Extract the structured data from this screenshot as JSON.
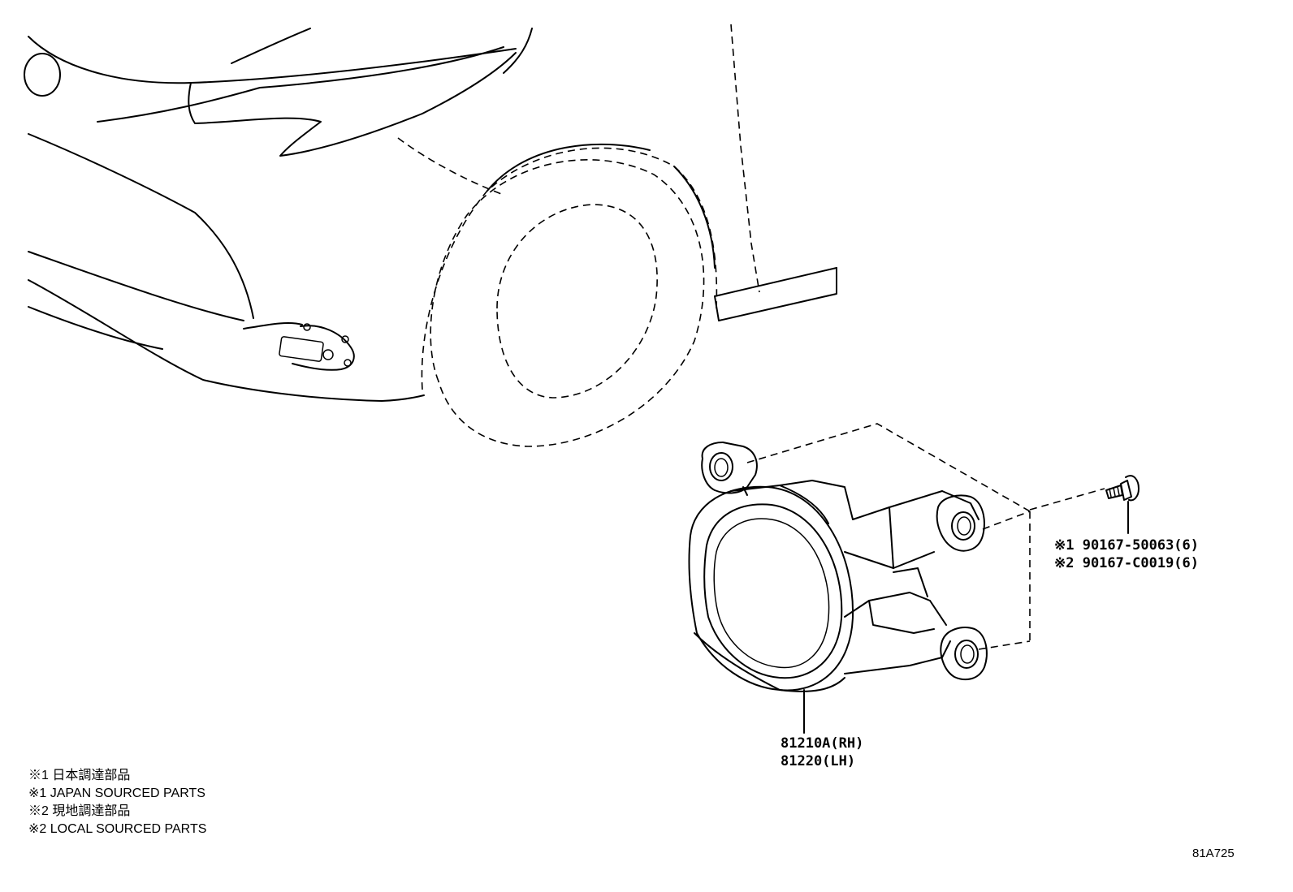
{
  "parts": {
    "fog_lamp": {
      "numbers": [
        "81210A(RH)",
        "81220(LH)"
      ]
    },
    "screw": {
      "numbers": [
        "※1 90167-50063(6)",
        "※2 90167-C0019(6)"
      ]
    }
  },
  "legend": [
    "※1 日本調達部品",
    "※1 JAPAN SOURCED PARTS",
    "※2 現地調達部品",
    "※2 LOCAL SOURCED PARTS"
  ],
  "figure_id": "81A725",
  "icons": {
    "car_outline": "car-front-quarter-outline",
    "fog_lamp": "fog-lamp-assembly",
    "screw": "screw-with-washer"
  }
}
